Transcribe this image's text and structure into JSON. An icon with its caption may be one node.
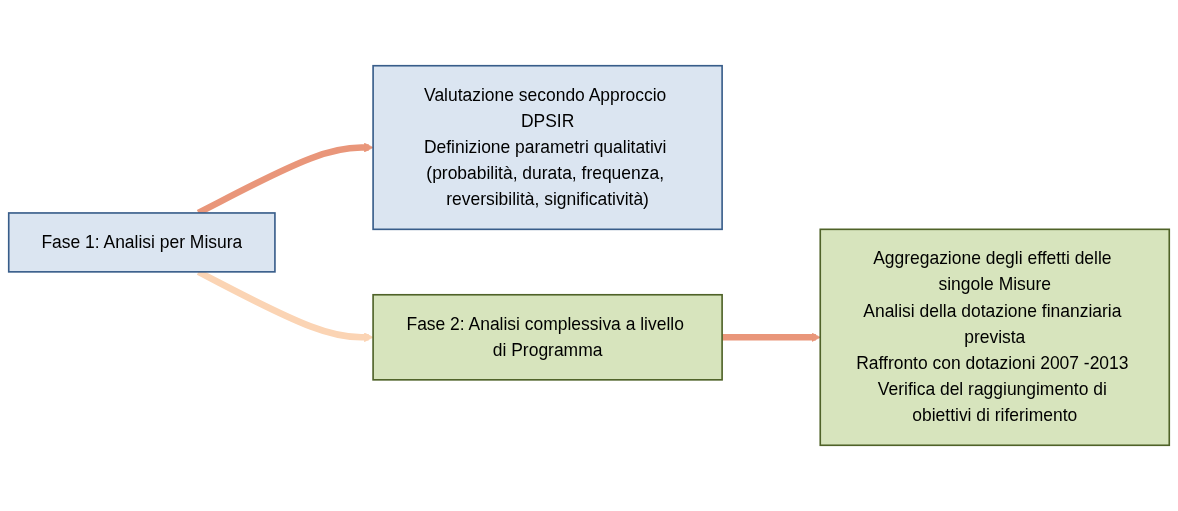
{
  "diagram": {
    "nodes": [
      {
        "text": [
          "Fase 1: Analisi per Misura"
        ]
      },
      {
        "text": [
          "Valutazione secondo Approccio DPSIR",
          "Definizione parametri qualitativi (probabilità, durata, frequenza, reversibilità, significatività)"
        ]
      },
      {
        "text": [
          "Fase 2: Analisi complessiva a livello di Programma"
        ]
      },
      {
        "text": [
          "Aggregazione degli effetti delle singole Misure",
          "Analisi della dotazione finanziaria prevista",
          "Raffronto con dotazioni 2007 -2013 Verifica del raggiungimento di obiettivi di riferimento"
        ]
      }
    ],
    "edges": [
      {
        "from": 0,
        "to": 1,
        "arrow": "to"
      },
      {
        "from": 0,
        "to": 2,
        "arrow": "to",
        "color": "#fbd4b4"
      },
      {
        "from": 2,
        "to": 3,
        "arrow": "to"
      }
    ]
  }
}
